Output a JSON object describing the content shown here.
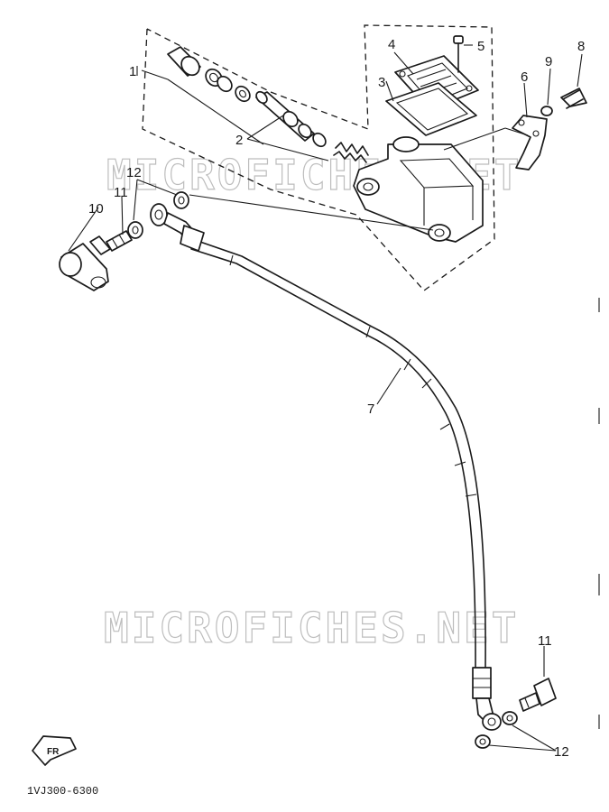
{
  "watermark": "MICROFICHES.NET",
  "drawing_code": "1VJ300-6300",
  "front_arrow_label": "FR",
  "callouts": {
    "c1": "1",
    "c2": "2",
    "c3": "3",
    "c4": "4",
    "c5": "5",
    "c6": "6",
    "c7": "7",
    "c8": "8",
    "c9": "9",
    "c10": "10",
    "c11_top": "11",
    "c12_top": "12",
    "c11_bottom": "11",
    "c12_bottom": "12"
  }
}
